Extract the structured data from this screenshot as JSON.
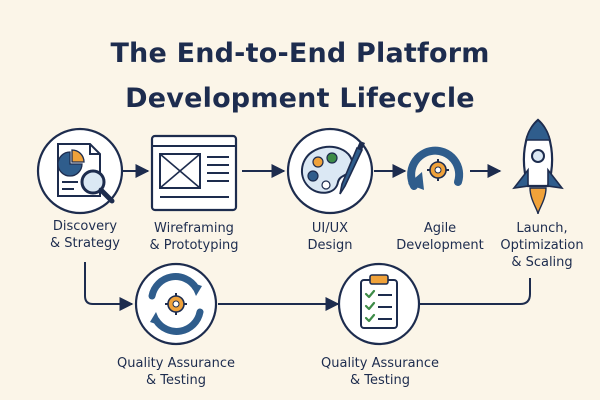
{
  "title": {
    "line1": "The End-to-End Platform",
    "line2": "Development Lifecycle"
  },
  "colors": {
    "background": "#fbf5e8",
    "ink": "#1d2c4e",
    "accent_blue": "#2f5d8c",
    "accent_orange": "#f0a23a",
    "accent_green": "#3d8b47"
  },
  "steps": [
    {
      "id": "discovery",
      "icon": "document-magnifier-icon",
      "label_lines": [
        "Discovery",
        "& Strategy"
      ]
    },
    {
      "id": "wireframing",
      "icon": "wireframe-icon",
      "label_lines": [
        "Wireframing",
        "& Prototyping"
      ]
    },
    {
      "id": "uiux",
      "icon": "palette-brush-icon",
      "label_lines": [
        "UI/UX",
        "Design"
      ]
    },
    {
      "id": "agile",
      "icon": "agile-cycle-icon",
      "label_lines": [
        "Agile",
        "Development"
      ]
    },
    {
      "id": "launch",
      "icon": "rocket-icon",
      "label_lines": [
        "Launch,",
        "Optimization",
        "& Scaling"
      ]
    },
    {
      "id": "qa1",
      "icon": "gear-cycle-icon",
      "label_lines": [
        "Quality Assurance",
        "& Testing"
      ]
    },
    {
      "id": "qa2",
      "icon": "checklist-clipboard-icon",
      "label_lines": [
        "Quality Assurance",
        "& Testing"
      ]
    }
  ]
}
